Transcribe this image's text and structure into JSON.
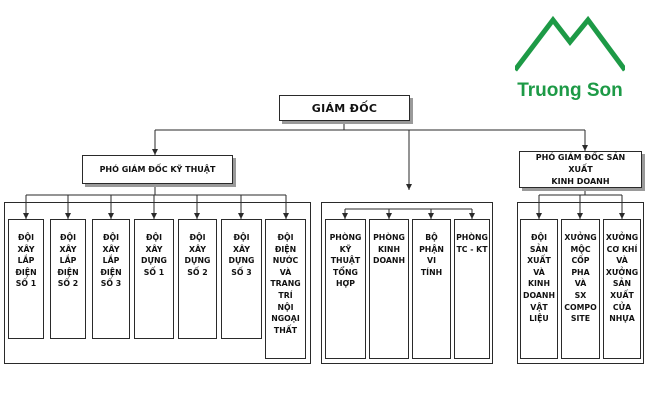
{
  "brand": {
    "name": "Truong Son",
    "color": "#1d9a46"
  },
  "org": {
    "director": "GIÁM ĐỐC",
    "deputy_technical": "PHÓ GIÁM ĐỐC KỸ THUẬT",
    "deputy_production": "PHÓ GIÁM ĐỐC SẢN XUẤT\nKINH DOANH",
    "technical_units": [
      "ĐỘI\nXÂY\nLẮP\nĐIỆN\nSỐ 1",
      "ĐỘI\nXÂY\nLẮP\nĐIỆN\nSỐ 2",
      "ĐỘI\nXÂY\nLẮP\nĐIỆN\nSỐ 3",
      "ĐỘI\nXÂY\nDỰNG\nSỐ 1",
      "ĐỘI\nXÂY\nDỰNG\nSỐ 2",
      "ĐỘI\nXÂY\nDỰNG\nSỐ 3",
      "ĐỘI\nĐIỆN\nNƯỚC\nVÀ\nTRANG\nTRÍ\nNỘI\nNGOẠI\nTHẤT"
    ],
    "departments": [
      "PHÒNG\nKỸ\nTHUẬT\nTỔNG\nHỢP",
      "PHÒNG\nKINH\nDOANH",
      "BỘ\nPHẬN\nVI\nTÍNH",
      "PHÒNG\nTC - KT"
    ],
    "production_units": [
      "ĐỘI\nSẢN\nXUẤT\nVÀ\nKINH\nDOANH\nVẬT\nLIỆU",
      "XƯỞNG\nMỘC\nCỐP\nPHA\nVÀ\nSX\nCOMPO\nSITE",
      "XƯỞNG\nCƠ KHÍ\nVÀ\nXƯỞNG\nSẢN\nXUẤT\nCỬA\nNHỰA"
    ]
  }
}
